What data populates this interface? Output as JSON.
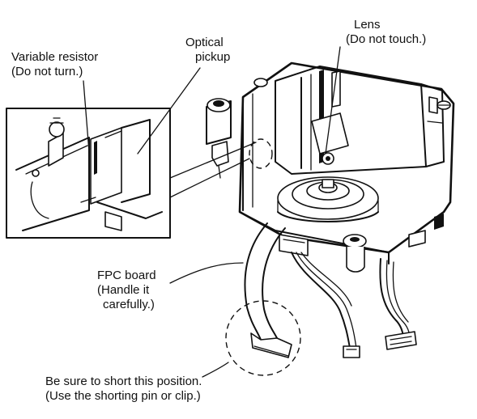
{
  "labels": {
    "lens_title": "Lens",
    "lens_note": "(Do not touch.)",
    "optical_line1": "Optical",
    "optical_line2": "pickup",
    "resistor_title": "Variable resistor",
    "resistor_note": "(Do not turn.)",
    "fpc_line1": "FPC board",
    "fpc_line2": "(Handle it",
    "fpc_line3": "carefully.)",
    "short_line1": "Be sure to short this position.",
    "short_line2": "(Use the shorting pin or clip.)"
  },
  "colors": {
    "ink": "#111111",
    "paper": "#ffffff"
  }
}
